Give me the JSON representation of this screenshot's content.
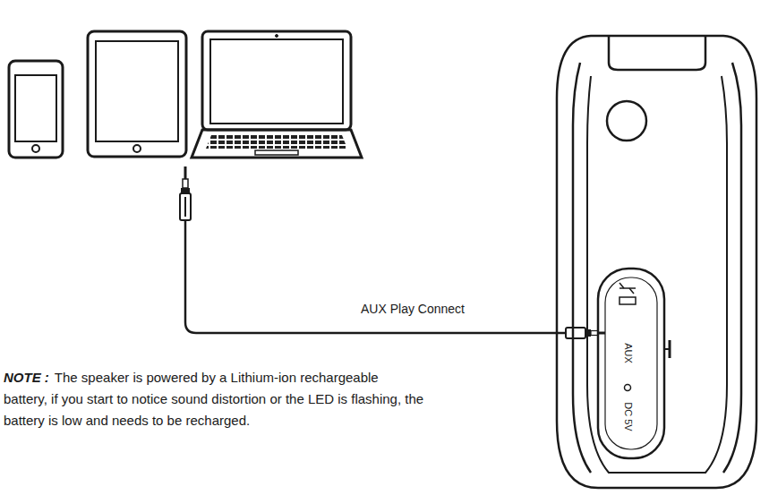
{
  "diagram": {
    "labels": [
      "AUX Play Connect",
      "NOTE :",
      "The speaker is powered by a Lithium-ion rechargeable battery, if you start to notice sound distortion or the LED is flashing, the battery is low and needs to be recharged.",
      "AUX",
      "DC 5V"
    ]
  }
}
